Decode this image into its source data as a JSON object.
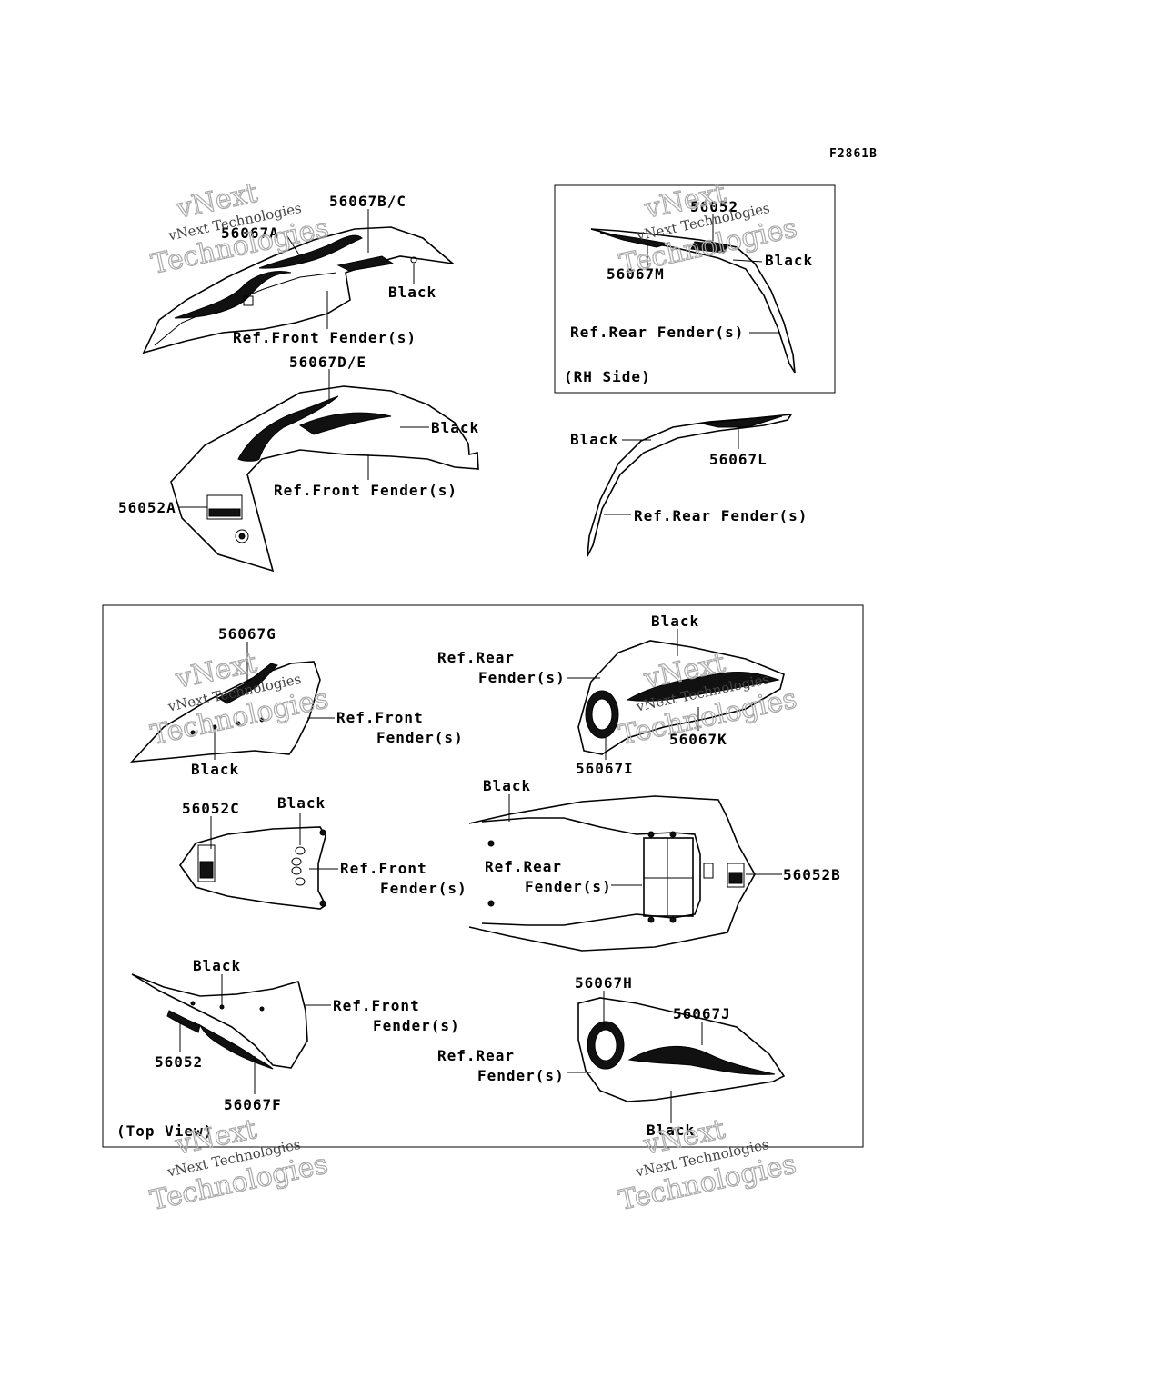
{
  "figure_code": "F2861B",
  "watermark": {
    "line1": "vNext Technologies",
    "line2": "vNext",
    "line3": "Technologies"
  },
  "labels": {
    "p56067BC": "56067B/C",
    "p56067A": "56067A",
    "black_1": "Black",
    "ref_front_1": "Ref.Front Fender(s)",
    "p56067DE": "56067D/E",
    "black_2": "Black",
    "ref_front_2": "Ref.Front Fender(s)",
    "p56052A": "56052A",
    "p56052": "56052",
    "black_3": "Black",
    "p56067M": "56067M",
    "ref_rear_1": "Ref.Rear Fender(s)",
    "rh_side": "(RH Side)",
    "black_4": "Black",
    "p56067L": "56067L",
    "ref_rear_2": "Ref.Rear Fender(s)",
    "p56067G": "56067G",
    "ref_front_3a": "Ref.Front",
    "ref_front_3b": "Fender(s)",
    "black_5": "Black",
    "black_6": "Black",
    "ref_rear_3a": "Ref.Rear",
    "ref_rear_3b": "Fender(s)",
    "p56067I": "56067I",
    "p56067K": "56067K",
    "p56052C": "56052C",
    "black_7": "Black",
    "ref_front_4a": "Ref.Front",
    "ref_front_4b": "Fender(s)",
    "black_8": "Black",
    "ref_rear_4a": "Ref.Rear",
    "ref_rear_4b": "Fender(s)",
    "p56052B": "56052B",
    "black_9": "Black",
    "ref_front_5a": "Ref.Front",
    "ref_front_5b": "Fender(s)",
    "p56052_2": "56052",
    "p56067F": "56067F",
    "p56067H": "56067H",
    "p56067J": "56067J",
    "ref_rear_5a": "Ref.Rear",
    "ref_rear_5b": "Fender(s)",
    "black_10": "Black",
    "top_view": "(Top View)"
  }
}
